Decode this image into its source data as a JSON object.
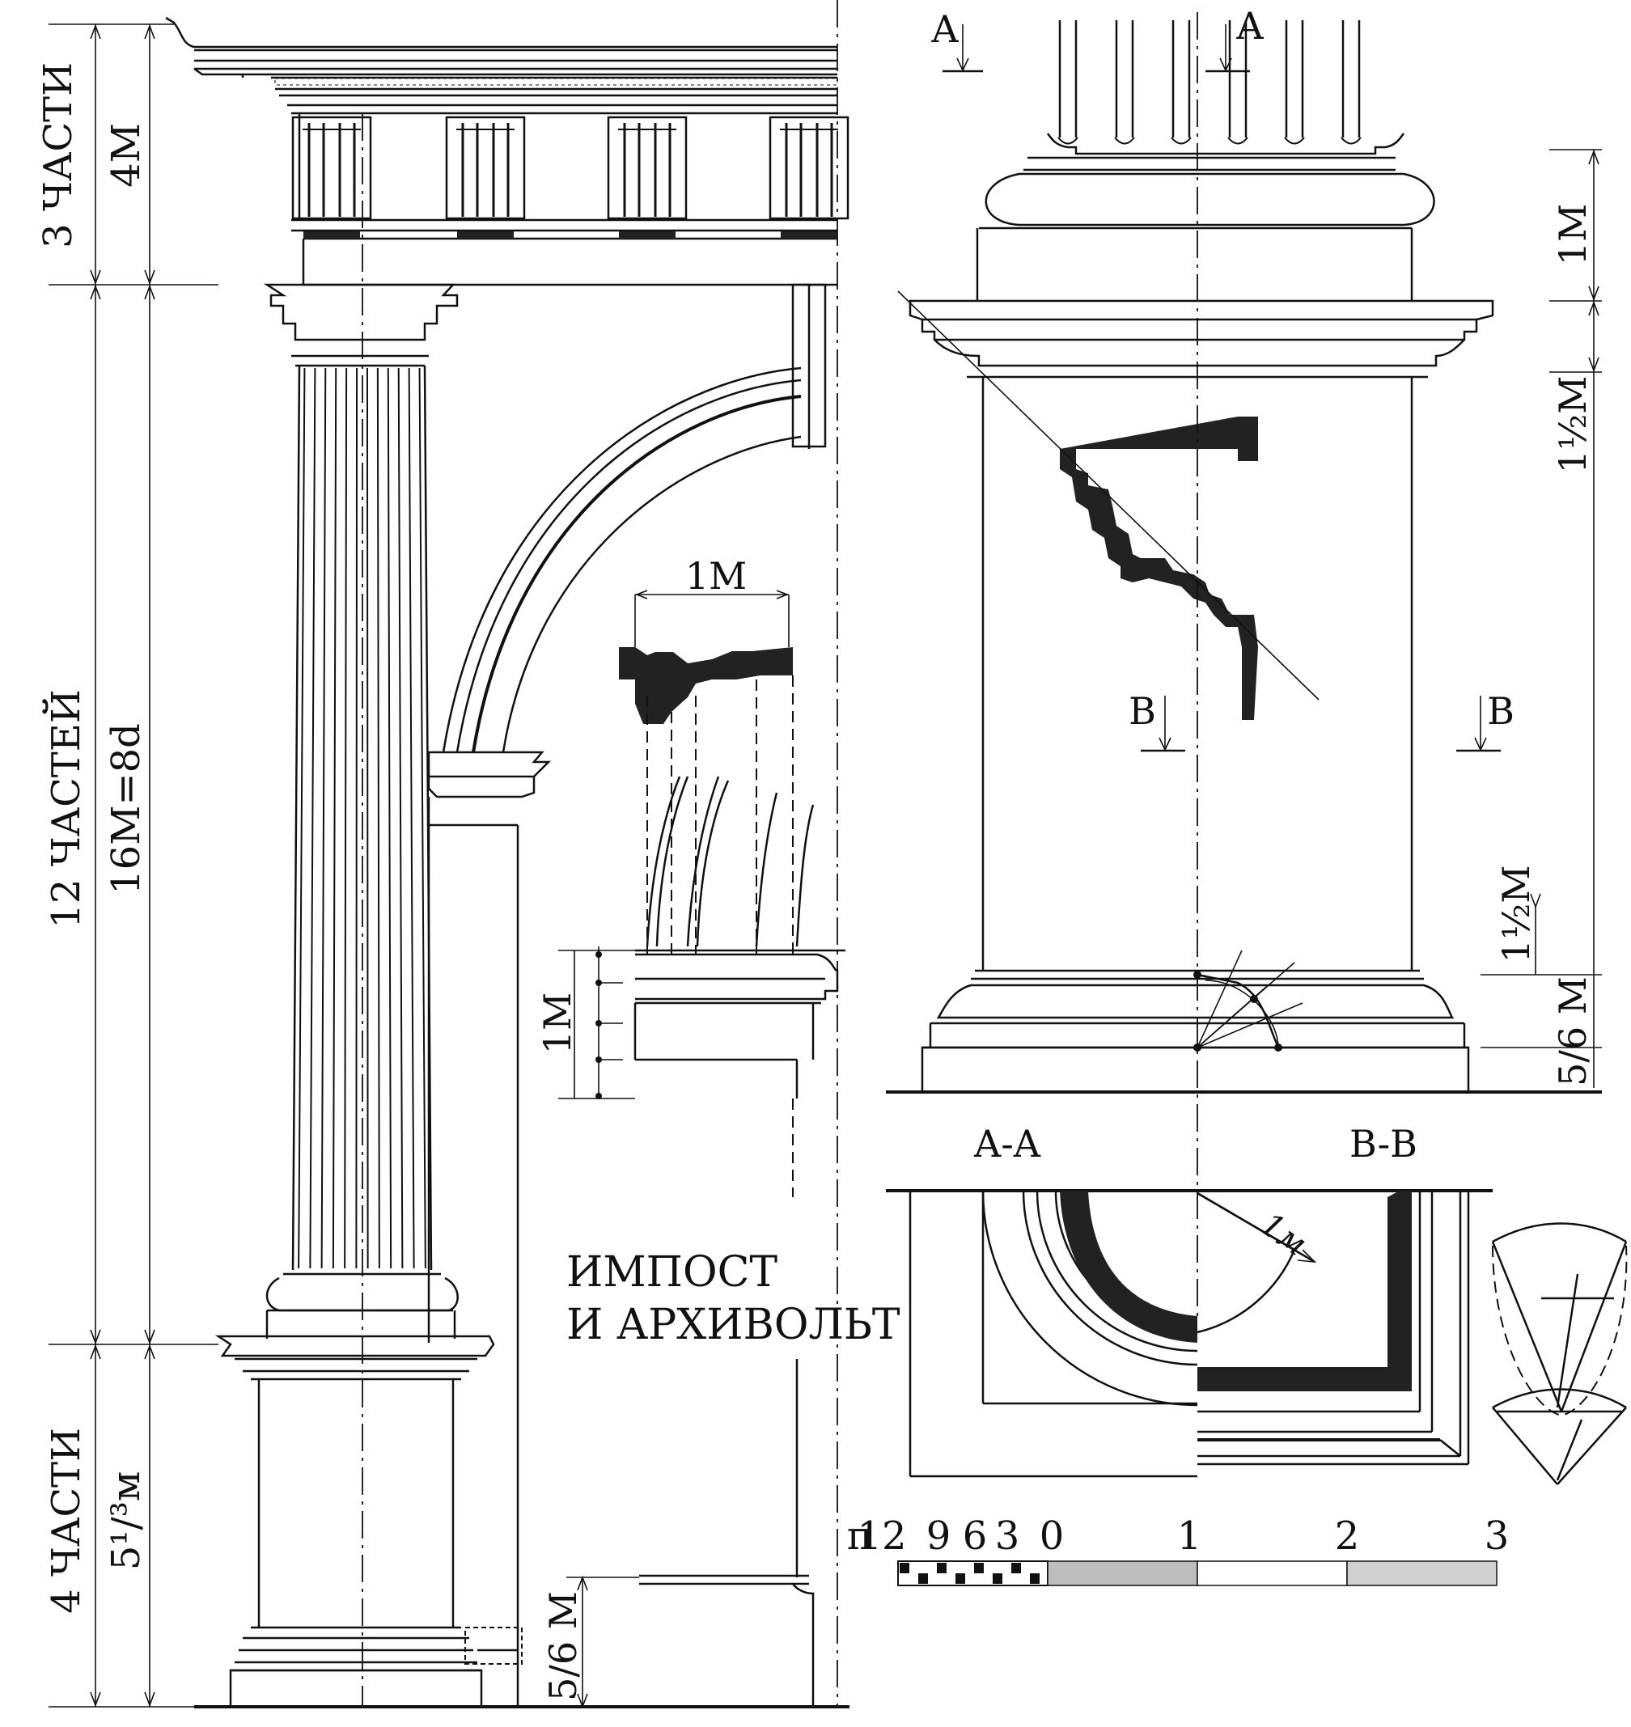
{
  "left_dims": {
    "top_parts": "3 ЧАСТИ",
    "top_modules": "4М",
    "mid_parts": "12 ЧАСТЕЙ",
    "mid_modules": "16М=8d",
    "bottom_parts": "4 ЧАСТИ",
    "bottom_modules": "5¹/³м"
  },
  "impost": {
    "width_label": "1М",
    "height_label": "1М",
    "base_label": "5/6 М",
    "title_line1": "ИМПОСТ",
    "title_line2": "И АРХИВОЛЬТ"
  },
  "sections": {
    "a_left": "A",
    "a_right": "A",
    "b_left": "B",
    "b_right": "B",
    "aa": "A-A",
    "bb": "B-B",
    "radius": "1м"
  },
  "right_dims": {
    "d1": "1М",
    "d2": "1½М",
    "d3": "1½М",
    "d4": "5/6 М"
  },
  "scale_bar": {
    "labels": [
      "п",
      "12",
      "9",
      "6",
      "3",
      "0",
      "1",
      "2",
      "3"
    ],
    "colors": {
      "seg1": "#bdbdbd",
      "seg2": "#ffffff",
      "seg3": "#d0d0d0"
    }
  }
}
